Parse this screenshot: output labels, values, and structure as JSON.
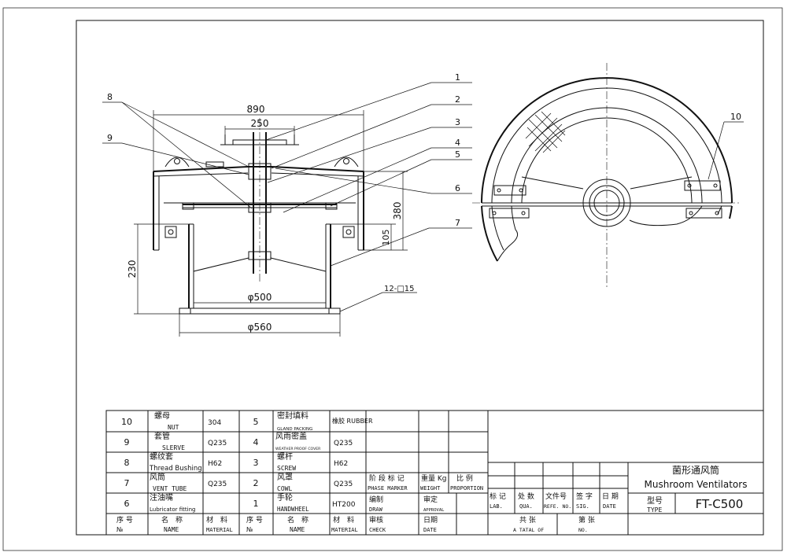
{
  "dimensions": {
    "overall_width": "890",
    "handwheel_width": "250",
    "height_total": "380",
    "height_lower": "105",
    "height_base": "230",
    "inner_diameter": "φ500",
    "outer_diameter": "φ560",
    "hole_note": "12-□15"
  },
  "callouts": [
    "1",
    "2",
    "3",
    "4",
    "5",
    "6",
    "7",
    "8",
    "9",
    "10"
  ],
  "parts": [
    {
      "no": "10",
      "cn": "螺母",
      "en": "NUT",
      "mat": "304"
    },
    {
      "no": "9",
      "cn": "套管",
      "en": "SLERVE",
      "mat": "Q235"
    },
    {
      "no": "8",
      "cn": "螺纹套",
      "en": "Thread Bushing",
      "mat": "H62"
    },
    {
      "no": "7",
      "cn": "风筒",
      "en": "VENT TUBE",
      "mat": "Q235"
    },
    {
      "no": "6",
      "cn": "注油嘴",
      "en": "Lubricator fitting",
      "mat": ""
    },
    {
      "no": "5",
      "cn": "密封填料",
      "en": "GLAND PACKING",
      "mat": "橡胶 RUBBER"
    },
    {
      "no": "4",
      "cn": "风雨密盖",
      "en": "WEATHER PROOF COVER",
      "mat": "Q235"
    },
    {
      "no": "3",
      "cn": "螺杆",
      "en": "SCREW",
      "mat": "H62"
    },
    {
      "no": "2",
      "cn": "风罩",
      "en": "COWL",
      "mat": "Q235"
    },
    {
      "no": "1",
      "cn": "手轮",
      "en": "HANDWHEEL",
      "mat": "HT200"
    }
  ],
  "header_row": {
    "no_cn": "序 号",
    "no_en": "№",
    "name_cn": "名　称",
    "name_en": "NAME",
    "mat_cn": "材　料",
    "mat_en": "MATERIAL"
  },
  "title_block": {
    "phase_cn": "阶 段 标 记",
    "phase_en": "PHASE MARKER",
    "weight_cn": "重量 Kg",
    "weight_en": "WEIGHT",
    "prop_cn": "比 例",
    "prop_en": "PROPORTION",
    "draw_cn": "编制",
    "draw_en": "DRAW",
    "approval_cn": "审定",
    "approval_en": "APPROVAL",
    "check_cn": "审核",
    "check_en": "CHECK",
    "date_cn": "日期",
    "date_en": "DATE",
    "lab_cn": "标 记",
    "lab_en": "LAB.",
    "qua_cn": "处 数",
    "qua_en": "QUA.",
    "refe_cn": "文件号",
    "refe_en": "REFE. NO.",
    "sig_cn": "签 字",
    "sig_en": "SIG.",
    "rdate_cn": "日 期",
    "rdate_en": "DATE",
    "total_cn": "共 张",
    "total_en": "A TATAL OF",
    "sheet_cn": "第 张",
    "sheet_en": "NO.",
    "title_cn": "菌形通风筒",
    "title_en": "Mushroom Ventilators",
    "type_cn": "型号",
    "type_en": "TYPE",
    "type_value": "FT-C500"
  }
}
